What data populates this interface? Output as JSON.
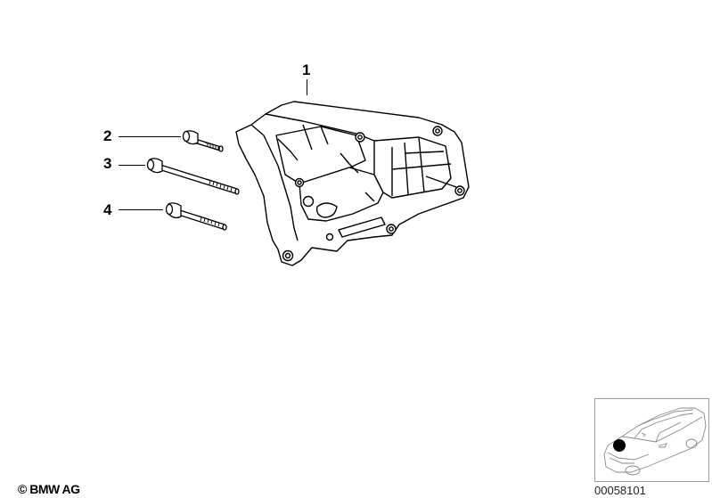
{
  "diagram": {
    "callouts": [
      {
        "number": "1",
        "part": "bracket"
      },
      {
        "number": "2",
        "part": "short-bolt"
      },
      {
        "number": "3",
        "part": "long-bolt"
      },
      {
        "number": "4",
        "part": "medium-bolt"
      }
    ],
    "copyright": "© BMW AG",
    "diagram_id": "00058101",
    "locator": {
      "marker_color": "#000000",
      "vehicle": "car-front-view-locator"
    }
  }
}
